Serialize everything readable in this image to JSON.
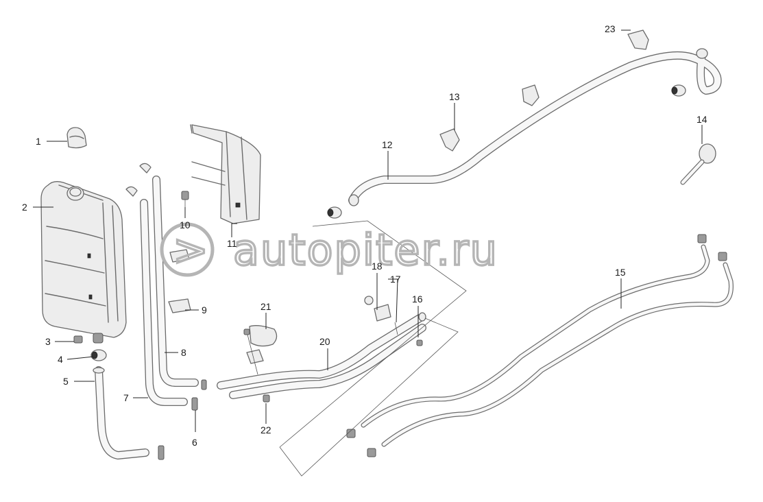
{
  "watermark": {
    "text": "autopiter.ru"
  },
  "callouts": [
    "1",
    "2",
    "3",
    "4",
    "5",
    "6",
    "7",
    "8",
    "9",
    "10",
    "11",
    "12",
    "13",
    "14",
    "15",
    "16",
    "17",
    "18",
    "20",
    "21",
    "22",
    "23"
  ]
}
